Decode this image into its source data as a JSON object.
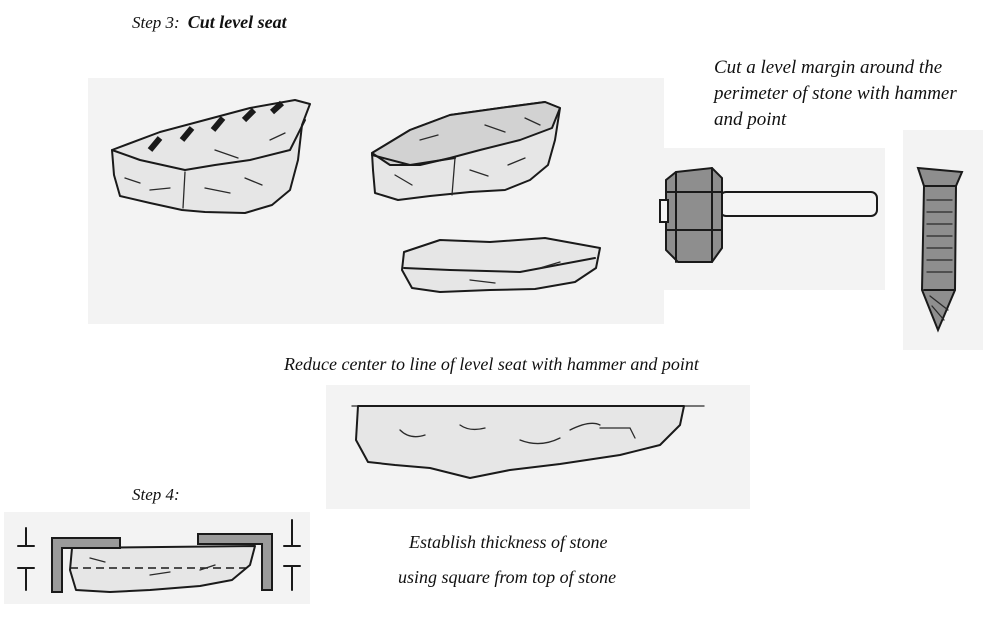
{
  "step3": {
    "label": "Step 3:",
    "title": "Cut level seat"
  },
  "notes": {
    "margin": "Cut a level margin around the perimeter of stone with hammer and point",
    "reduce": "Reduce center to line of level seat with hammer and point",
    "thickness_line1": "Establish thickness of stone",
    "thickness_line2": "using square from top of stone"
  },
  "step4": {
    "label": "Step 4:"
  },
  "icons": [
    "stone-with-margin-cuts",
    "stone-with-cut-margin",
    "stone-slab-side",
    "hammer-icon",
    "point-chisel-icon",
    "reduced-stone-profile",
    "square-measure-diagram"
  ]
}
